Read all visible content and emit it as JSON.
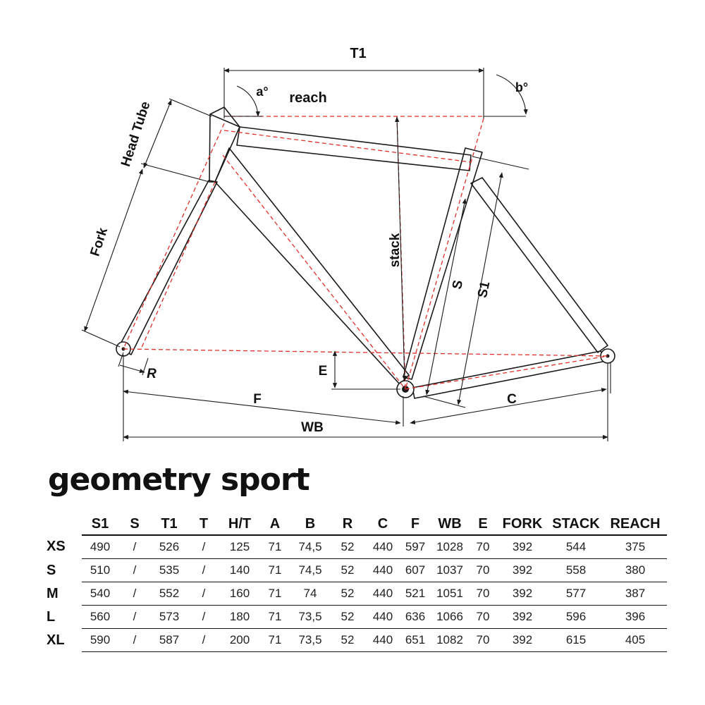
{
  "diagram": {
    "labels": {
      "t1": "T1",
      "a": "a°",
      "b": "b°",
      "reach": "reach",
      "head_tube": "Head Tube",
      "fork": "Fork",
      "stack": "stack",
      "s": "S",
      "s1": "S1",
      "e": "E",
      "r": "R",
      "f": "F",
      "c": "C",
      "wb": "WB"
    },
    "colors": {
      "frame": "#1a1a1a",
      "centerline": "#e0302a",
      "dimension": "#1a1a1a"
    }
  },
  "title": "geometry sport",
  "table": {
    "headers": [
      "S1",
      "S",
      "T1",
      "T",
      "H/T",
      "A",
      "B",
      "R",
      "C",
      "F",
      "WB",
      "E",
      "FORK",
      "STACK",
      "REACH"
    ],
    "rows": [
      {
        "size": "XS",
        "cells": [
          "490",
          "/",
          "526",
          "/",
          "125",
          "71",
          "74,5",
          "52",
          "440",
          "597",
          "1028",
          "70",
          "392",
          "544",
          "375"
        ]
      },
      {
        "size": "S",
        "cells": [
          "510",
          "/",
          "535",
          "/",
          "140",
          "71",
          "74,5",
          "52",
          "440",
          "607",
          "1037",
          "70",
          "392",
          "558",
          "380"
        ]
      },
      {
        "size": "M",
        "cells": [
          "540",
          "/",
          "552",
          "/",
          "160",
          "71",
          "74",
          "52",
          "440",
          "521",
          "1051",
          "70",
          "392",
          "577",
          "387"
        ]
      },
      {
        "size": "L",
        "cells": [
          "560",
          "/",
          "573",
          "/",
          "180",
          "71",
          "73,5",
          "52",
          "440",
          "636",
          "1066",
          "70",
          "392",
          "596",
          "396"
        ]
      },
      {
        "size": "XL",
        "cells": [
          "590",
          "/",
          "587",
          "/",
          "200",
          "71",
          "73,5",
          "52",
          "440",
          "651",
          "1082",
          "70",
          "392",
          "615",
          "405"
        ]
      }
    ]
  }
}
